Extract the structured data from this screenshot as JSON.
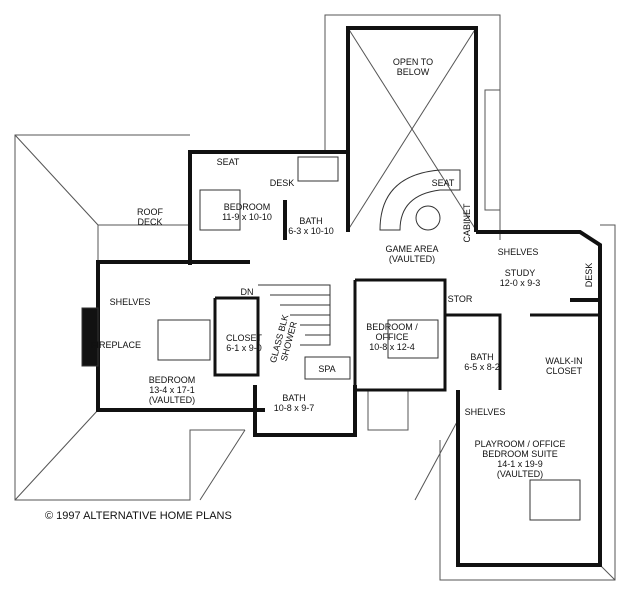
{
  "plan": {
    "rooms": {
      "open_to_below": {
        "name": "OPEN TO\nBELOW"
      },
      "roof_deck": {
        "name": "ROOF\nDECK"
      },
      "bedroom_top": {
        "name": "BEDROOM",
        "size": "11-9 x 10-10"
      },
      "seat_top": {
        "name": "SEAT"
      },
      "desk_top": {
        "name": "DESK"
      },
      "bath_top": {
        "name": "BATH",
        "size": "6-3 x 10-10"
      },
      "seat_game": {
        "name": "SEAT"
      },
      "cabinet": {
        "name": "CABINET"
      },
      "game_area": {
        "name": "GAME AREA",
        "note": "(VAULTED)"
      },
      "shelves_study": {
        "name": "SHELVES"
      },
      "study": {
        "name": "STUDY",
        "size": "12-0 x 9-3"
      },
      "desk_study": {
        "name": "DESK"
      },
      "shelves_bedroom": {
        "name": "SHELVES"
      },
      "dn": {
        "name": "DN"
      },
      "fireplace": {
        "name": "FIREPLACE"
      },
      "closet": {
        "name": "CLOSET",
        "size": "6-1 x 9-0"
      },
      "glass_shower": {
        "name": "GLASS BLK\nSHOWER"
      },
      "bedroom_main": {
        "name": "BEDROOM",
        "size": "13-4 x 17-1",
        "note": "(VAULTED)"
      },
      "spa": {
        "name": "SPA"
      },
      "bath_main": {
        "name": "BATH",
        "size": "10-8 x 9-7"
      },
      "stor": {
        "name": "STOR"
      },
      "bedroom_office": {
        "name": "BEDROOM /\nOFFICE",
        "size": "10-8 x 12-4"
      },
      "bath_mid": {
        "name": "BATH",
        "size": "6-5 x 8-2"
      },
      "walkin": {
        "name": "WALK-IN\nCLOSET"
      },
      "shelves_play": {
        "name": "SHELVES"
      },
      "playroom": {
        "name": "PLAYROOM / OFFICE\nBEDROOM SUITE",
        "size": "14-1 x 19-9",
        "note": "(VAULTED)"
      }
    },
    "copyright": "© 1997 ALTERNATIVE HOME PLANS"
  }
}
